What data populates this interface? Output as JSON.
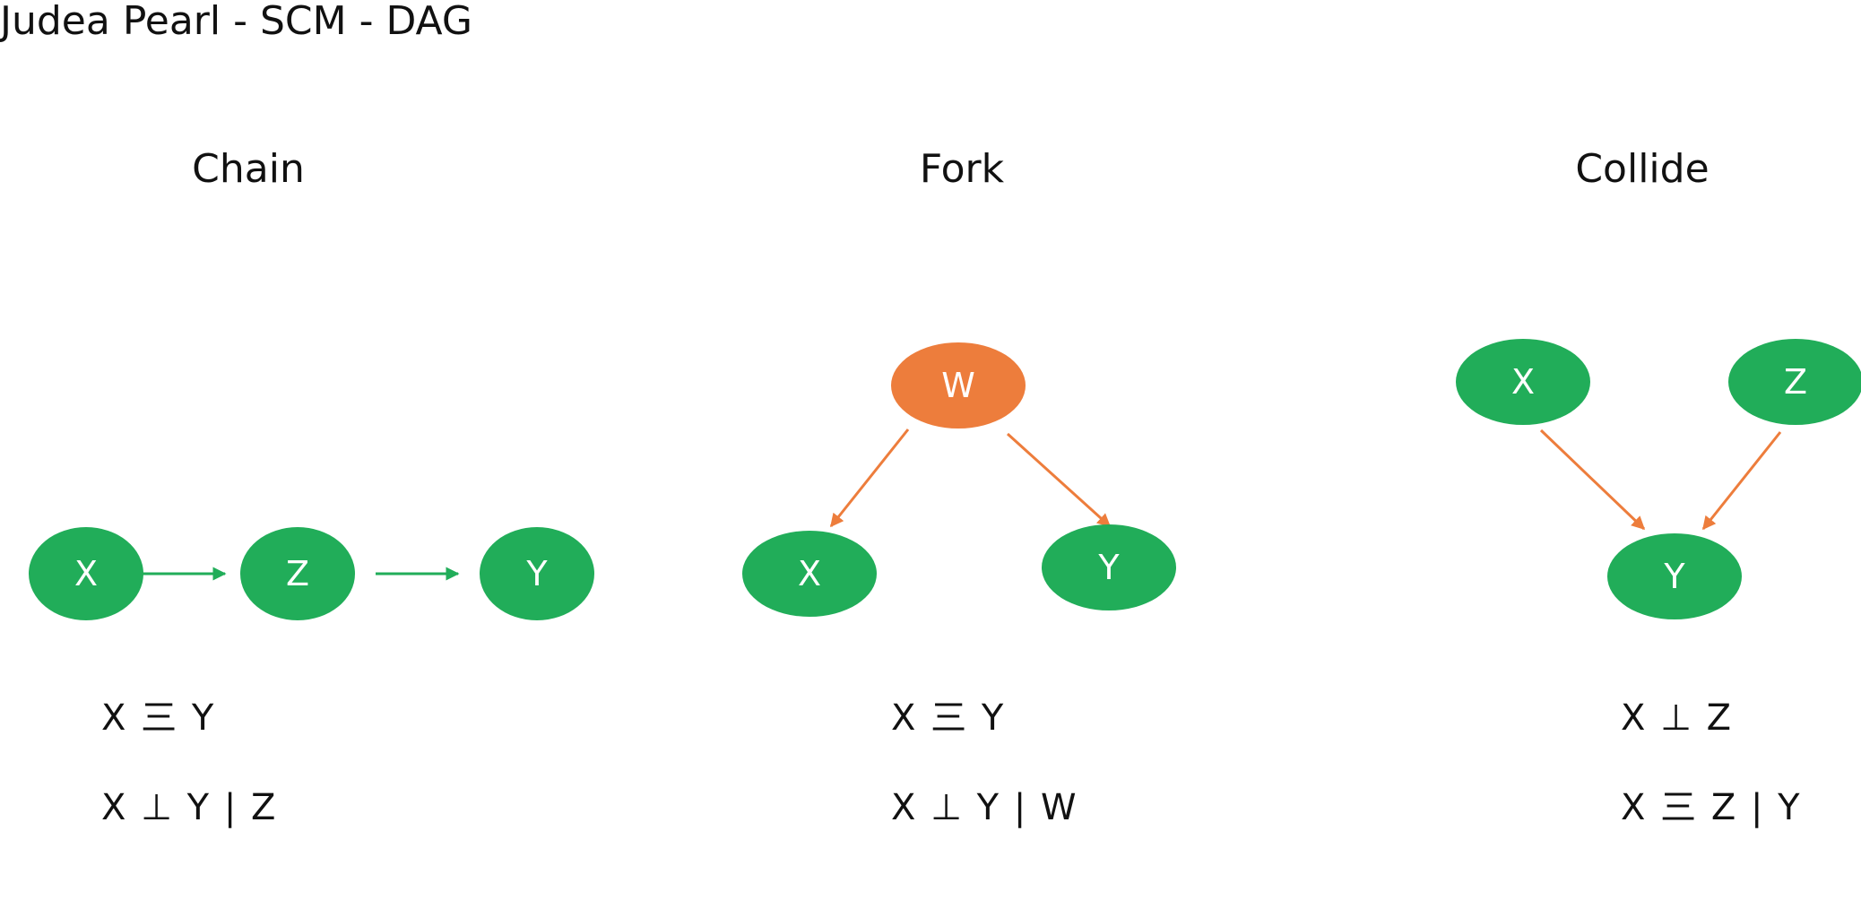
{
  "header": {
    "title": "Judea Pearl - SCM - DAG"
  },
  "colors": {
    "node_green": "#21AD59",
    "node_orange": "#ED7D3C",
    "edge_green": "#21AD59",
    "edge_orange": "#ED7D3C",
    "node_text": "#FFFFFF"
  },
  "sections": {
    "chain": {
      "title": "Chain",
      "nodes": {
        "x": "X",
        "z": "Z",
        "y": "Y"
      },
      "formulas": [
        "X 三 Y",
        "X ⊥ Y | Z"
      ]
    },
    "fork": {
      "title": "Fork",
      "nodes": {
        "w": "W",
        "x": "X",
        "y": "Y"
      },
      "formulas": [
        "X 三 Y",
        "X ⊥ Y | W"
      ]
    },
    "collide": {
      "title": "Collide",
      "nodes": {
        "x": "X",
        "z": "Z",
        "y": "Y"
      },
      "formulas": [
        "X ⊥ Z",
        "X 三 Z | Y"
      ]
    }
  }
}
